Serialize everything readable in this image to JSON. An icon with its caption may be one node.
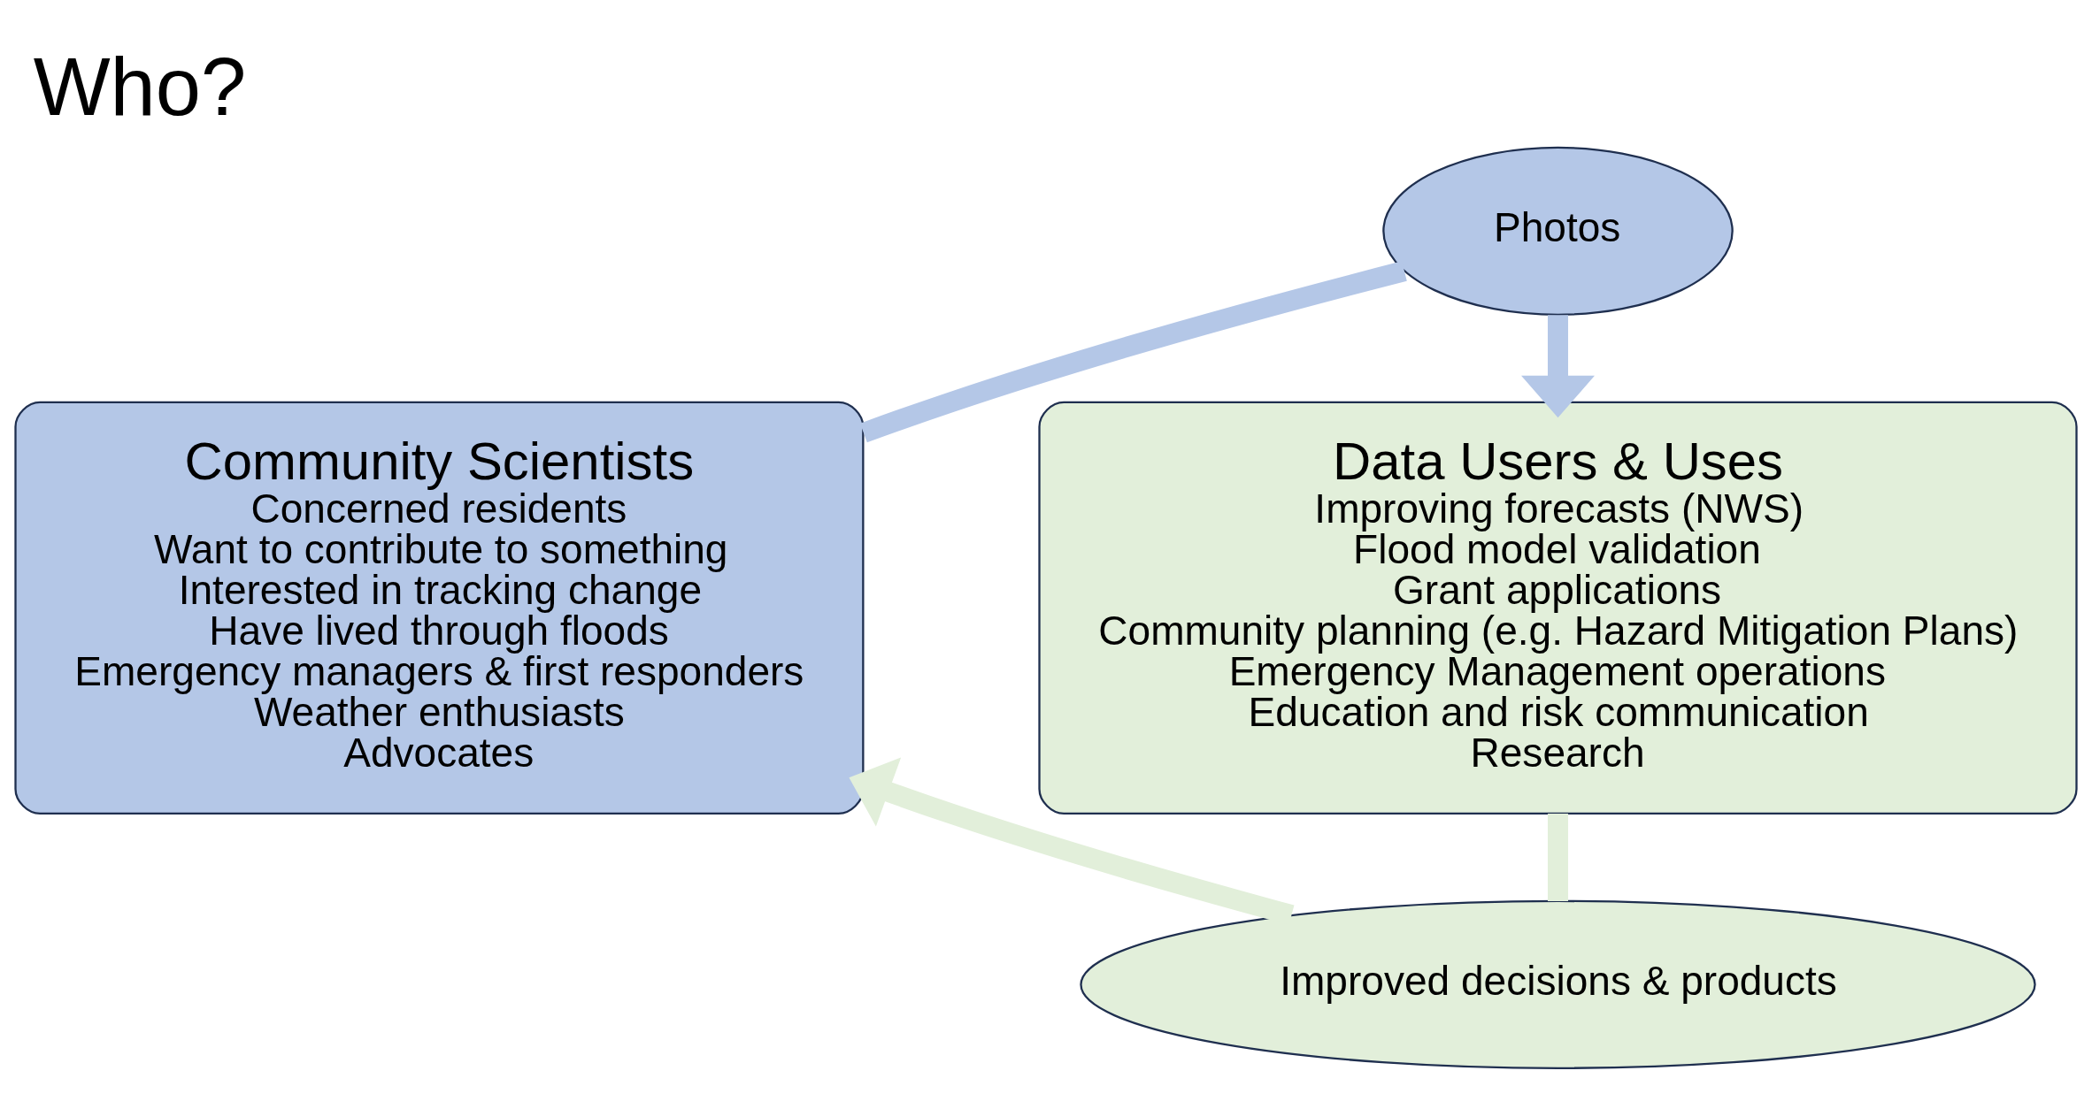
{
  "diagram": {
    "title": "Who?",
    "nodes": [
      {
        "text": [
          "Community Scientists",
          "Concerned residents",
          "Want to contribute to something",
          "Interested in tracking change",
          "Have lived through floods",
          "Emergency managers & first responders",
          "Weather enthusiasts",
          "Advocates"
        ]
      },
      {
        "text": [
          "Photos"
        ]
      },
      {
        "text": [
          "Data Users & Uses",
          "Improving forecasts (NWS)",
          "Flood model validation",
          "Grant applications",
          "Community planning (e.g. Hazard Mitigation Plans)",
          "Emergency Management operations",
          "Education and risk communication",
          "Research"
        ]
      },
      {
        "text": [
          "Improved decisions & products"
        ]
      }
    ],
    "edges": [
      {
        "from": 0,
        "to": 1,
        "arrow": "none",
        "color": "#b4c7e7"
      },
      {
        "from": 1,
        "to": 2,
        "arrow": "to",
        "color": "#b4c7e7"
      },
      {
        "from": 2,
        "to": 3,
        "arrow": "none",
        "color": "#e2efda"
      },
      {
        "from": 3,
        "to": 0,
        "arrow": "to",
        "color": "#e2efda"
      }
    ]
  }
}
